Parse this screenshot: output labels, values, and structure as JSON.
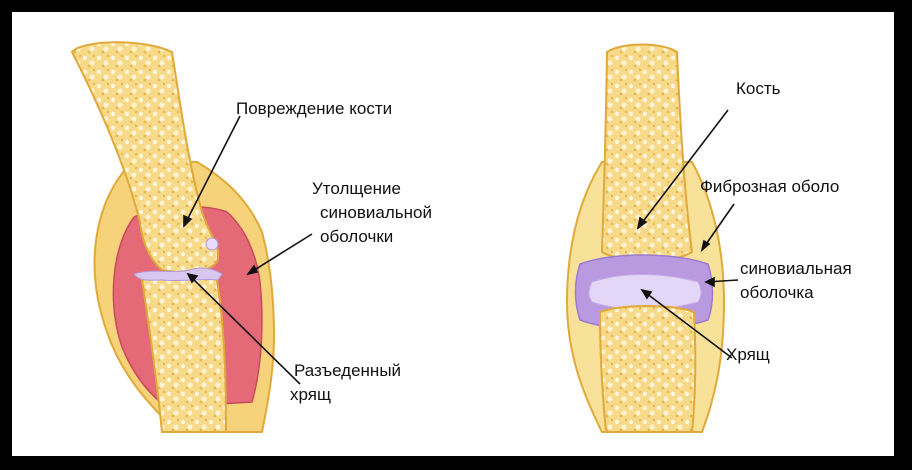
{
  "labels": {
    "bone_damage": "Повреждение кости",
    "thickening_line1": "Утолщение",
    "thickening_line2": "синовиальной",
    "thickening_line3": "оболочки",
    "eroded_cartilage_line1": "Разъеденный",
    "eroded_cartilage_line2": "хрящ",
    "bone": "Кость",
    "fibrous_membrane": "Фиброзная оболо",
    "synovial_line1": "синовиальная",
    "synovial_line2": "оболочка",
    "cartilage": "Хрящ"
  },
  "colors": {
    "bone_fill": "#f2c45a",
    "bone_light": "#fff0c8",
    "capsule_fill": "#f8e29a",
    "inflamed_fill": "#e46a78",
    "synovial_fill": "#b99ae0",
    "leader_line": "#111111"
  }
}
